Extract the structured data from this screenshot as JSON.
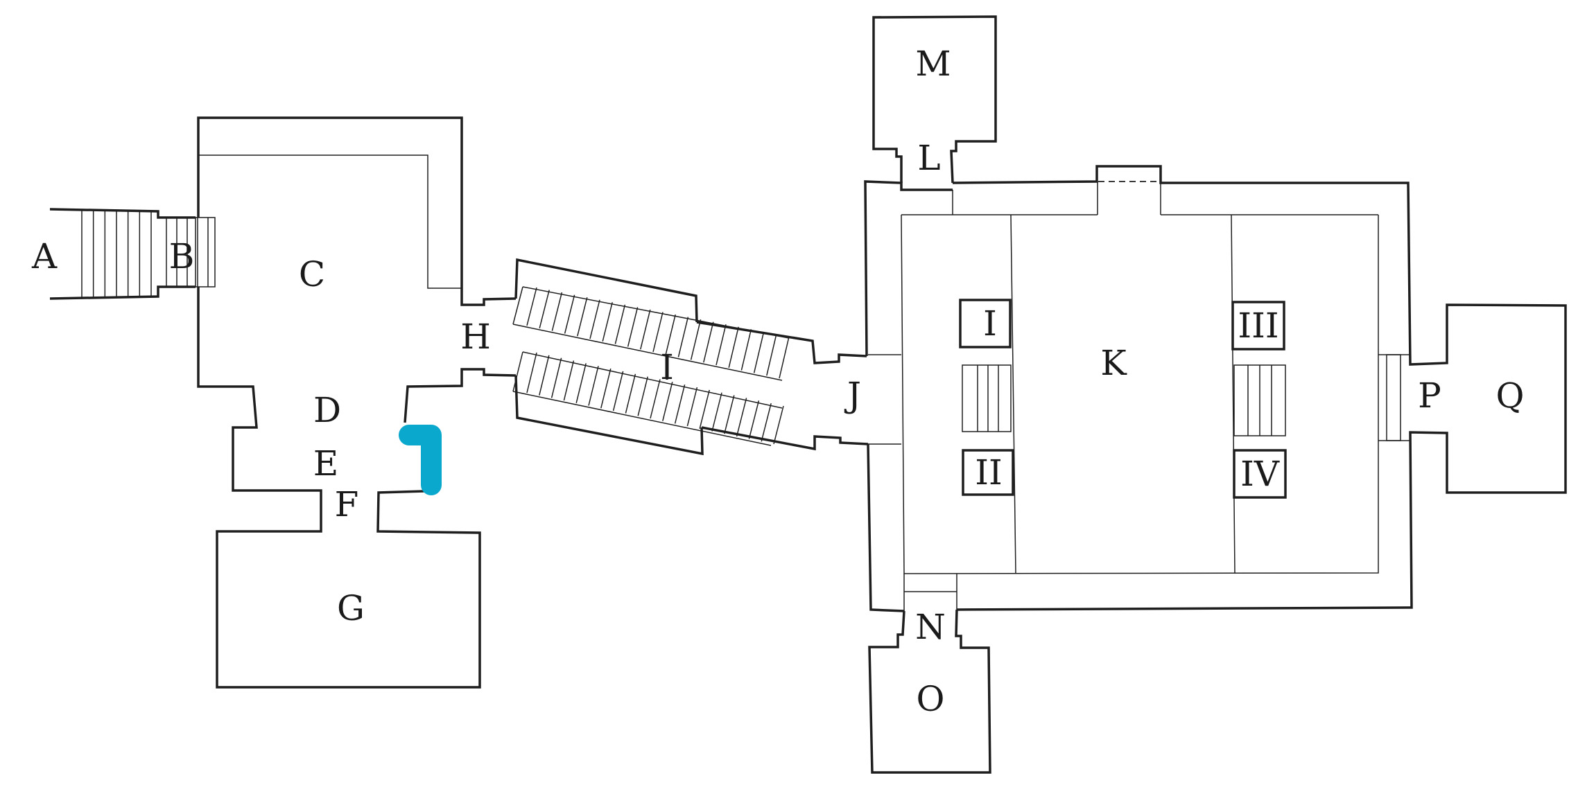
{
  "labels": {
    "A": "A",
    "B": "B",
    "C": "C",
    "D": "D",
    "E": "E",
    "F": "F",
    "G": "G",
    "H": "H",
    "I_corridor": "I",
    "J": "J",
    "K": "K",
    "L": "L",
    "M": "M",
    "N": "N",
    "O": "O",
    "P": "P",
    "Q": "Q"
  },
  "pillars": {
    "p1": "I",
    "p2": "II",
    "p3": "III",
    "p4": "IV"
  },
  "colors": {
    "wall": "#1e1e1e",
    "marker": "#0aa8cc",
    "background": "#ffffff"
  }
}
